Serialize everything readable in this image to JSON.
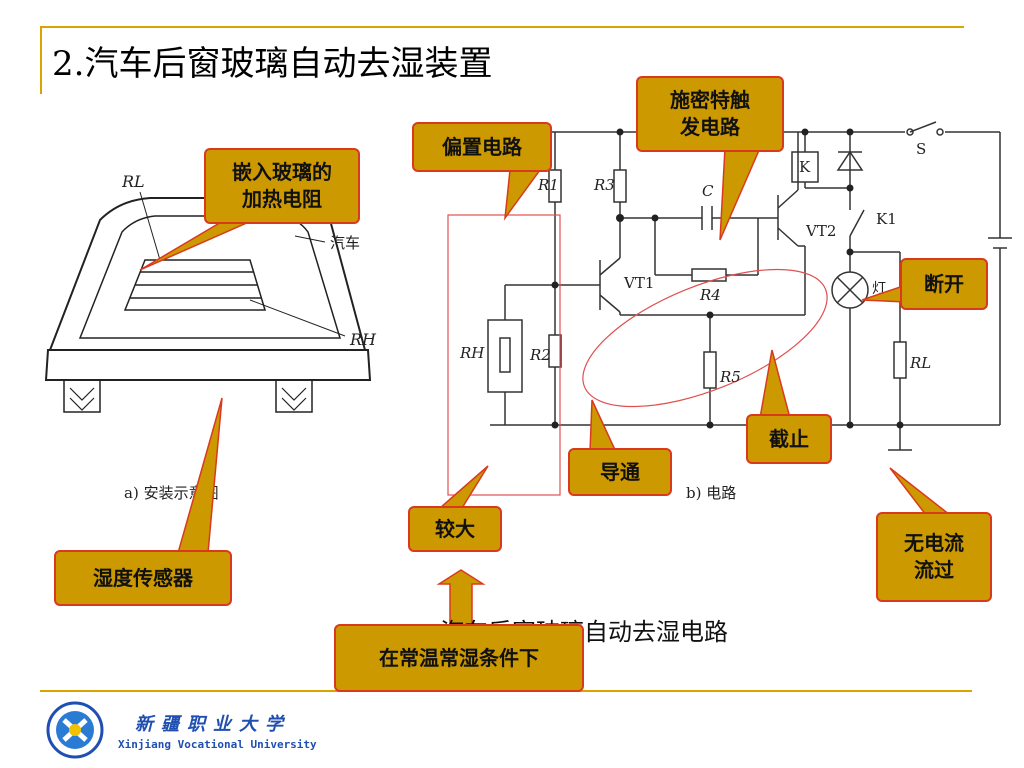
{
  "slide": {
    "title": "2.汽车后窗玻璃自动去湿装置",
    "caption": "汽车后窗玻璃自动去湿电路"
  },
  "callouts": {
    "embedded_heater": "嵌入玻璃的\n加热电阻",
    "bias_circuit": "偏置电路",
    "schmitt_trigger": "施密特触\n发电路",
    "disconnect": "断开",
    "cutoff": "截止",
    "conducting": "导通",
    "larger": "较大",
    "humidity_sensor": "湿度传感器",
    "no_current": "无电流\n流过",
    "normal_condition": "在常温常湿条件下"
  },
  "diagram_a": {
    "label_RL": "RL",
    "label_RH": "RH",
    "label_car": "汽车",
    "sub_caption": "a) 安装示意图"
  },
  "diagram_b": {
    "label_R1": "R1",
    "label_R2": "R2",
    "label_R3": "R3",
    "label_R4": "R4",
    "label_R5": "R5",
    "label_RH": "RH",
    "label_RL": "RL",
    "label_C": "C",
    "label_VT1": "VT1",
    "label_VT2": "VT2",
    "label_K": "K",
    "label_K1": "K1",
    "label_S": "S",
    "label_lamp": "灯",
    "sub_caption": "b) 电路"
  },
  "logo": {
    "cn": "新疆职业大学",
    "en": "Xinjiang Vocational University"
  },
  "colors": {
    "callout_fill": "#cc9900",
    "callout_border": "#d93a1f",
    "rule": "#d9a400",
    "highlight_red": "#e05050"
  }
}
